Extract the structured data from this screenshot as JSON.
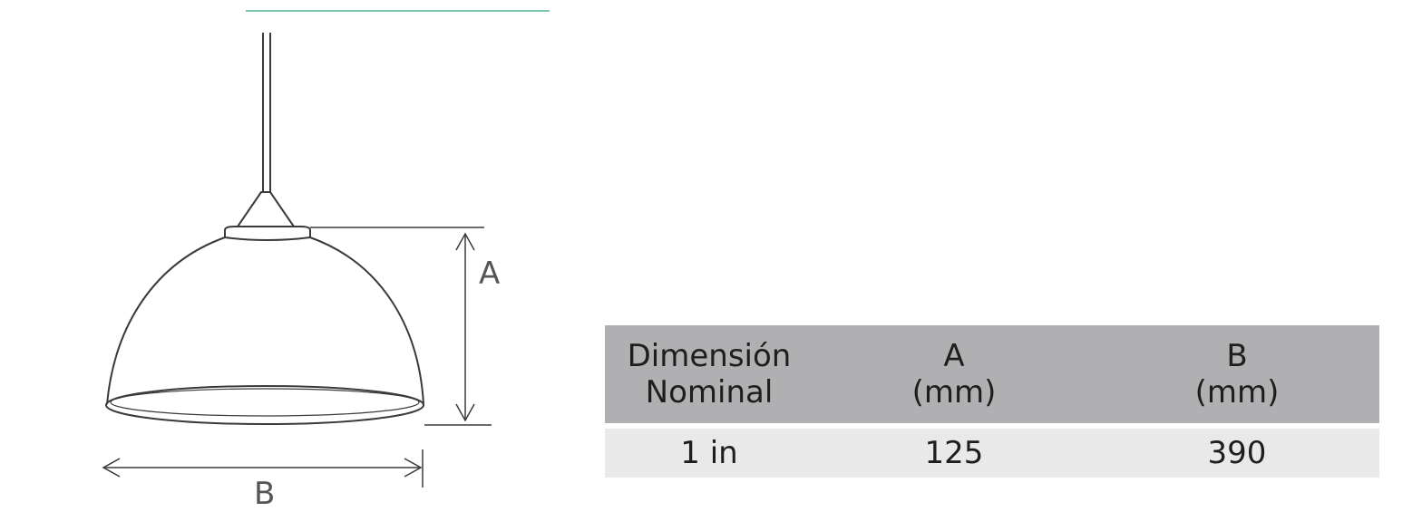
{
  "diagram": {
    "dimension_labels": {
      "height": "A",
      "width": "B"
    },
    "colors": {
      "line": "#3a3a3a",
      "accent_rule": "#7cc6b1"
    }
  },
  "table": {
    "header": {
      "nominal_line1": "Dimensión",
      "nominal_line2": "Nominal",
      "a_line1": "A",
      "a_line2": "(mm)",
      "b_line1": "B",
      "b_line2": "(mm)"
    },
    "rows": [
      {
        "nominal": "1 in",
        "a": "125",
        "b": "390"
      }
    ],
    "colors": {
      "header_bg": "#b0b0b3",
      "row_bg": "#e9e9e9"
    }
  }
}
